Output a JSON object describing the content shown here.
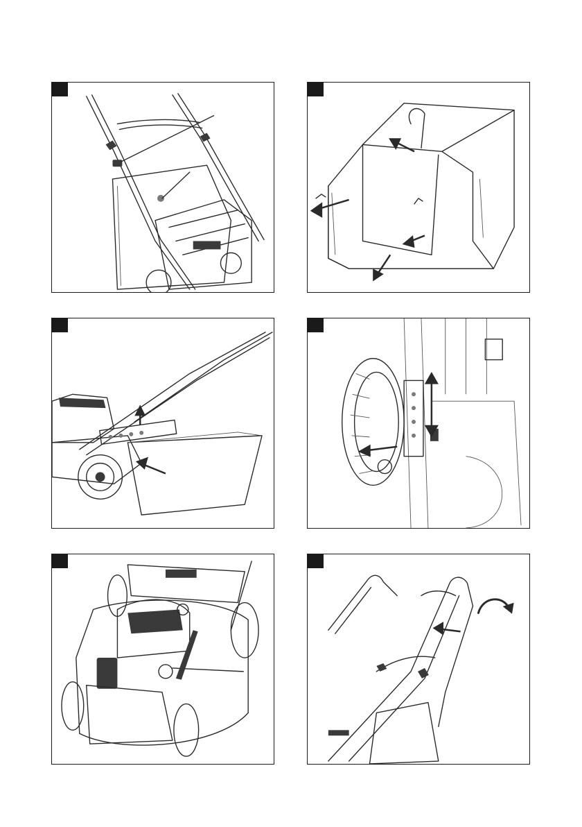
{
  "panels": [
    {
      "id": "fig-1",
      "badge": ""
    },
    {
      "id": "fig-2",
      "badge": ""
    },
    {
      "id": "fig-3",
      "badge": ""
    },
    {
      "id": "fig-4",
      "badge": ""
    },
    {
      "id": "fig-5",
      "badge": ""
    },
    {
      "id": "fig-6",
      "badge": ""
    }
  ],
  "colors": {
    "ink": "#1a1a1a",
    "paper": "#ffffff"
  }
}
